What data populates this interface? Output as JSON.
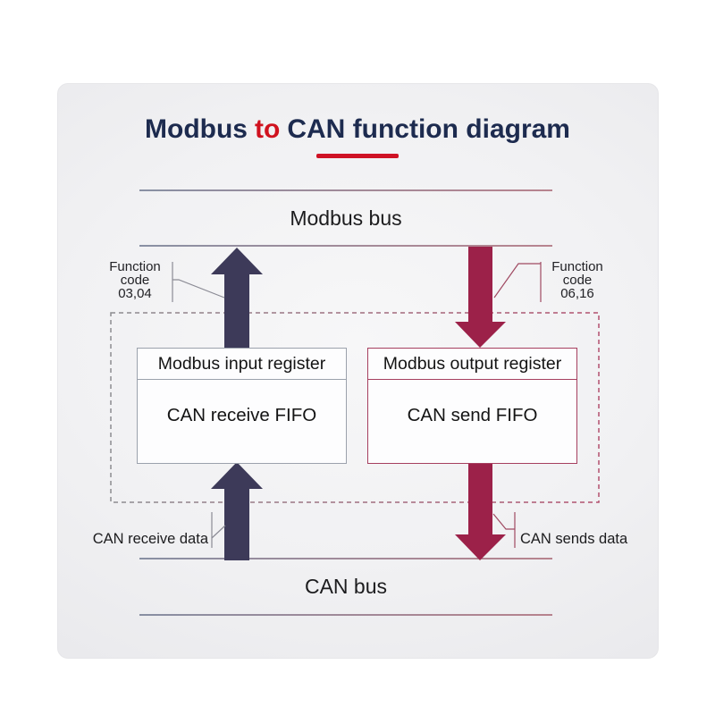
{
  "title": {
    "part1": "Modbus",
    "part2": "to",
    "part3": "CAN function diagram"
  },
  "buses": {
    "modbus": "Modbus bus",
    "can": "CAN bus"
  },
  "boxes": {
    "left": {
      "header": "Modbus input register",
      "body": "CAN receive FIFO"
    },
    "right": {
      "header": "Modbus output register",
      "body": "CAN send FIFO"
    }
  },
  "labels": {
    "fc_left": {
      "lines": [
        "Function",
        "code",
        "03,04"
      ]
    },
    "fc_right": {
      "lines": [
        "Function",
        "code",
        "06,16"
      ]
    },
    "can_receive": "CAN receive data",
    "can_send": "CAN sends data"
  },
  "colors": {
    "title_navy": "#1d2b4f",
    "title_red": "#d0121f",
    "underline_red": "#cf1225",
    "arrow_navy": "#3d3a59",
    "arrow_maroon": "#9c2149",
    "bus_line_left": "#667089",
    "bus_line_right": "#a55f6d",
    "dash_left": "#8c8c90",
    "dash_right": "#b2506e",
    "leader_gray": "#8b8b95",
    "leader_maroon": "#a04a62",
    "box_border_left": "#9ba1ac",
    "box_border_right": "#a63f5f"
  }
}
